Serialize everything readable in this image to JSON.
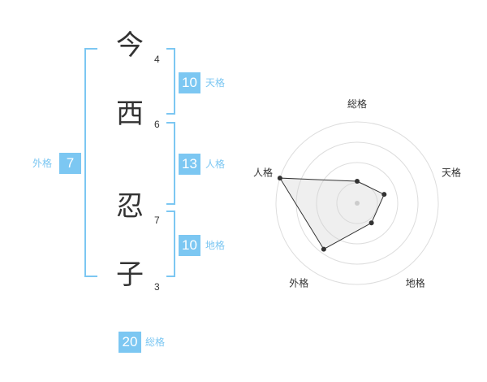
{
  "characters": [
    {
      "char": "今",
      "strokes": "4"
    },
    {
      "char": "西",
      "strokes": "6"
    },
    {
      "char": "忍",
      "strokes": "7"
    },
    {
      "char": "子",
      "strokes": "3"
    }
  ],
  "kaku": {
    "tenkaku": {
      "value": "10",
      "label": "天格"
    },
    "jinkaku": {
      "value": "13",
      "label": "人格"
    },
    "chikaku": {
      "value": "10",
      "label": "地格"
    },
    "gaikaku": {
      "value": "7",
      "label": "外格"
    },
    "soukaku": {
      "value": "20",
      "label": "総格"
    }
  },
  "colors": {
    "accent": "#7cc7f2",
    "text": "#333333"
  },
  "chart_data": {
    "type": "radar",
    "axes": [
      "総格",
      "天格",
      "地格",
      "外格",
      "人格"
    ],
    "values": [
      0.27,
      0.35,
      0.3,
      0.7,
      1.0
    ],
    "range": [
      0,
      1
    ],
    "rings": 4
  }
}
